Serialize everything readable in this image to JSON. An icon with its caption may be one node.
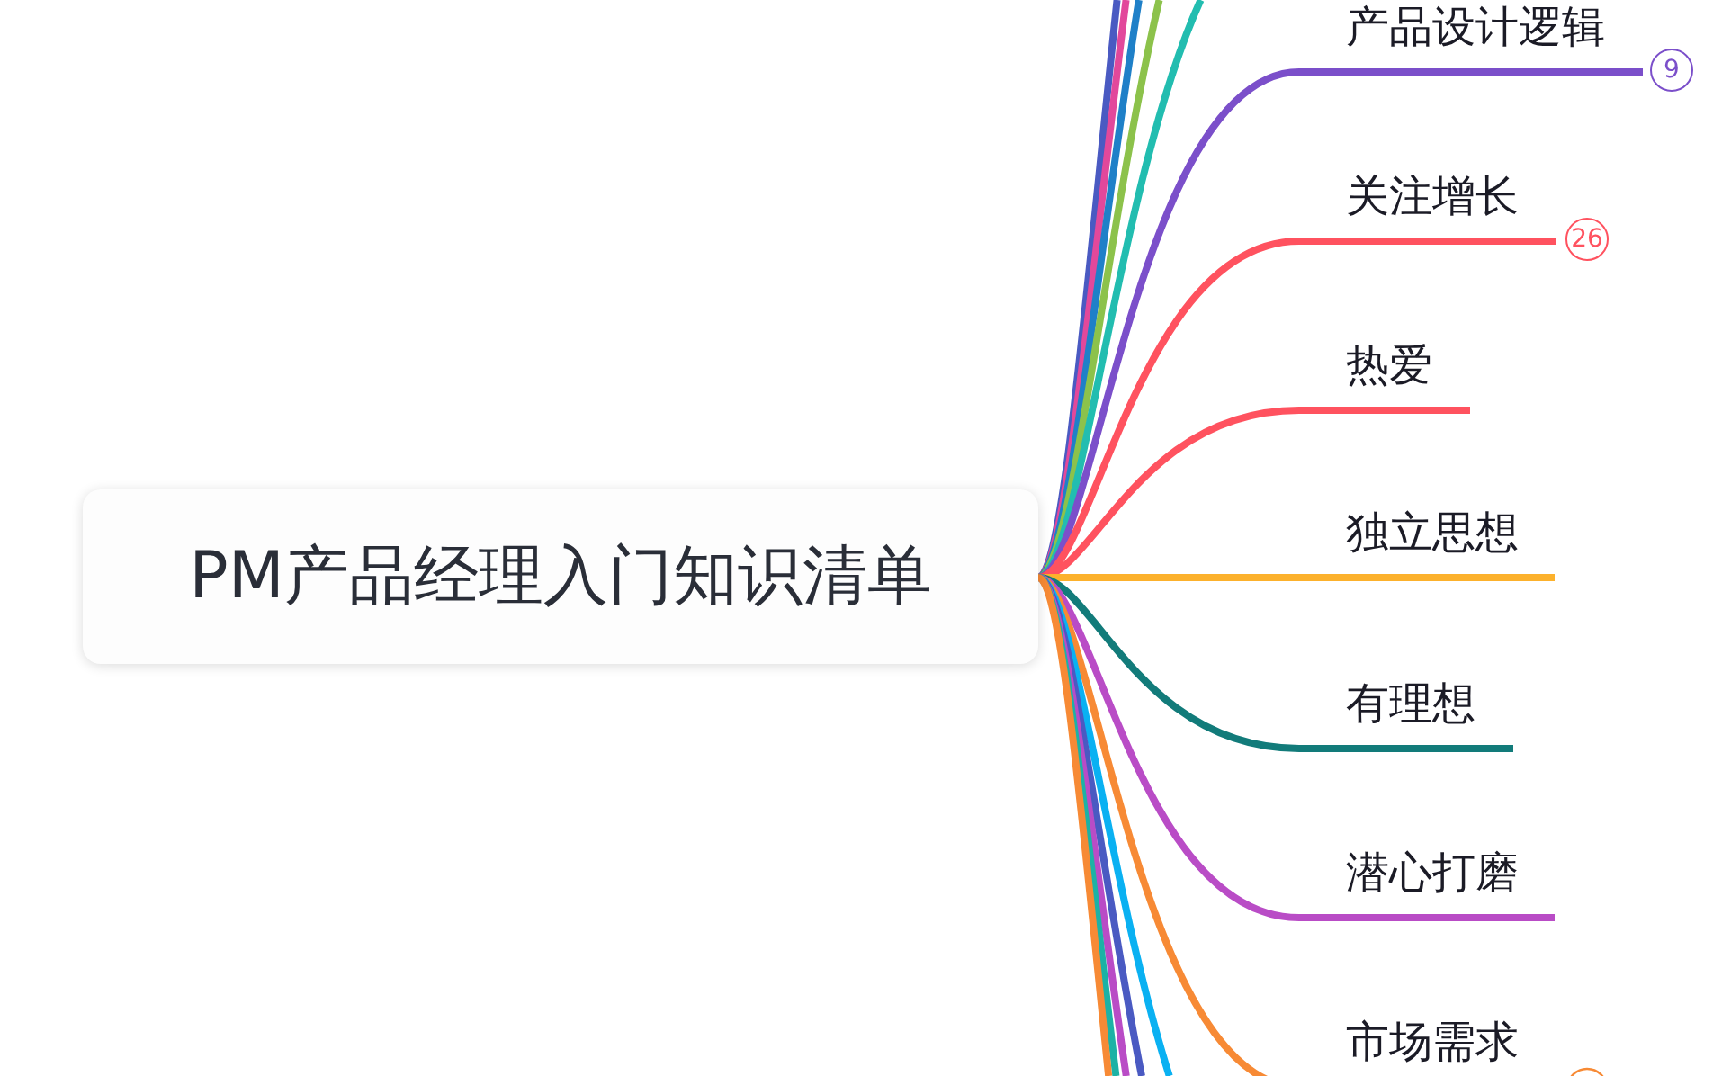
{
  "diagram": {
    "nodes": [
      {
        "text": [
          "PM产品经理入门知识清单"
        ]
      },
      {
        "text": [
          "产品设计逻辑"
        ],
        "beside": [
          "9"
        ]
      },
      {
        "text": [
          "关注增长"
        ],
        "beside": [
          "26"
        ]
      },
      {
        "text": [
          "热爱"
        ]
      },
      {
        "text": [
          "独立思想"
        ]
      },
      {
        "text": [
          "有理想"
        ]
      },
      {
        "text": [
          "潜心打磨"
        ]
      },
      {
        "text": [
          "市场需求"
        ]
      }
    ],
    "edges": [
      {
        "from": 0,
        "to": null,
        "arrow": "none",
        "color": "#4a5ac2"
      },
      {
        "from": 0,
        "to": null,
        "arrow": "none",
        "color": "#e2489b"
      },
      {
        "from": 0,
        "to": null,
        "arrow": "none",
        "color": "#1f80c8"
      },
      {
        "from": 0,
        "to": null,
        "arrow": "none",
        "color": "#8cc24b"
      },
      {
        "from": 0,
        "to": null,
        "arrow": "none",
        "color": "#22bdb0"
      },
      {
        "from": 0,
        "to": 1,
        "arrow": "none",
        "color": "#7b4fca"
      },
      {
        "from": 0,
        "to": 2,
        "arrow": "none",
        "color": "#ff525f"
      },
      {
        "from": 0,
        "to": 3,
        "arrow": "none",
        "color": "#ff525f"
      },
      {
        "from": 0,
        "to": 4,
        "arrow": "none",
        "color": "#fcb12c"
      },
      {
        "from": 0,
        "to": 5,
        "arrow": "none",
        "color": "#127b7a"
      },
      {
        "from": 0,
        "to": 6,
        "arrow": "none",
        "color": "#b94cc6"
      },
      {
        "from": 0,
        "to": 7,
        "arrow": "none",
        "color": "#f78a35"
      },
      {
        "from": 0,
        "to": null,
        "arrow": "none",
        "color": "#0ab1f2"
      },
      {
        "from": 0,
        "to": null,
        "arrow": "none",
        "color": "#4a5ac2"
      },
      {
        "from": 0,
        "to": null,
        "arrow": "none",
        "color": "#b94cc6"
      },
      {
        "from": 0,
        "to": null,
        "arrow": "none",
        "color": "#1cb2a5"
      },
      {
        "from": 0,
        "to": null,
        "arrow": "none",
        "color": "#f78a35"
      }
    ]
  }
}
